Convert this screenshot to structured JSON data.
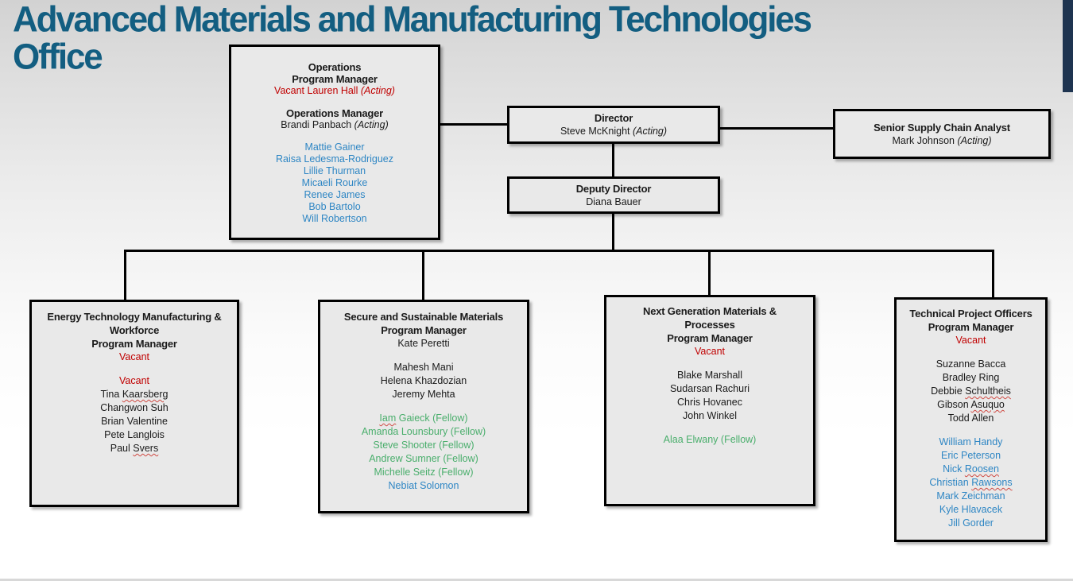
{
  "page": {
    "title_line1": "Advanced Materials and Manufacturing Technologies",
    "title_line2": "Office"
  },
  "colors": {
    "title": "#135e81",
    "navy": "#1e3450",
    "ink": "#1a1a1a",
    "box_fill": "#e9e9e9",
    "box_border": "#000000",
    "red": "#c00000",
    "blue": "#2e86c4",
    "green": "#4aae6c"
  },
  "boxes": {
    "operations": {
      "name": "Operations",
      "lines": [
        {
          "text": "Operations",
          "bold": true
        },
        {
          "text": "Program Manager",
          "bold": true
        },
        {
          "text": "Vacant Lauren Hall",
          "suffix": "(Acting)",
          "color": "red"
        },
        {
          "spacer": true
        },
        {
          "text": "Operations Manager",
          "bold": true
        },
        {
          "text": "Brandi Panbach",
          "suffix": "(Acting)"
        },
        {
          "spacer": true
        },
        {
          "text": "Mattie Gainer",
          "color": "blue"
        },
        {
          "text": "Raisa Ledesma-Rodriguez",
          "color": "blue"
        },
        {
          "text": "Lillie Thurman",
          "color": "blue"
        },
        {
          "text": "Micaeli Rourke",
          "color": "blue"
        },
        {
          "text": "Renee James",
          "color": "blue"
        },
        {
          "text": "Bob Bartolo",
          "color": "blue"
        },
        {
          "text": "Will Robertson",
          "color": "blue"
        }
      ]
    },
    "director": {
      "name": "Director",
      "lines": [
        {
          "text": "Director",
          "bold": true
        },
        {
          "text": "Steve McKnight",
          "suffix": "(Acting)"
        }
      ]
    },
    "deputy_director": {
      "name": "Deputy Director",
      "lines": [
        {
          "text": "Deputy Director",
          "bold": true
        },
        {
          "text": "Diana Bauer"
        }
      ]
    },
    "senior_supply_chain_analyst": {
      "name": "Senior Supply Chain Analyst",
      "lines": [
        {
          "text": "Senior Supply Chain Analyst",
          "bold": true
        },
        {
          "text": "Mark Johnson",
          "suffix": "(Acting)"
        }
      ]
    },
    "energy_technology": {
      "name": "Energy Technology Manufacturing & Workforce",
      "lines": [
        {
          "text": "Energy Technology Manufacturing &",
          "bold": true
        },
        {
          "text": "Workforce",
          "bold": true
        },
        {
          "text": "Program Manager",
          "bold": true
        },
        {
          "text": "Vacant",
          "color": "red"
        },
        {
          "spacer": true
        },
        {
          "text": "Vacant",
          "color": "red"
        },
        {
          "text": "Tina Kaarsberg",
          "wavy": "Kaarsberg"
        },
        {
          "text": "Changwon Suh"
        },
        {
          "text": "Brian Valentine"
        },
        {
          "text": "Pete Langlois"
        },
        {
          "text": "Paul Svers",
          "wavy": "Svers"
        }
      ]
    },
    "secure_sustainable_materials": {
      "name": "Secure and Sustainable Materials",
      "lines": [
        {
          "text": "Secure and Sustainable Materials",
          "bold": true
        },
        {
          "text": "Program Manager",
          "bold": true
        },
        {
          "text": "Kate Peretti"
        },
        {
          "spacer": true
        },
        {
          "text": "Mahesh Mani"
        },
        {
          "text": "Helena Khazdozian"
        },
        {
          "text": "Jeremy Mehta"
        },
        {
          "spacer": true
        },
        {
          "text": "Iam Gaieck (Fellow)",
          "color": "green",
          "wavy": "Iam"
        },
        {
          "text": "Amanda Lounsbury (Fellow)",
          "color": "green"
        },
        {
          "text": "Steve Shooter (Fellow)",
          "color": "green"
        },
        {
          "text": "Andrew Sumner (Fellow)",
          "color": "green"
        },
        {
          "text": "Michelle Seitz (Fellow)",
          "color": "green"
        },
        {
          "text": "Nebiat Solomon",
          "color": "blue"
        }
      ]
    },
    "next_generation_materials": {
      "name": "Next Generation Materials & Processes",
      "lines": [
        {
          "text": "Next Generation Materials &",
          "bold": true
        },
        {
          "text": "Processes",
          "bold": true
        },
        {
          "text": "Program Manager",
          "bold": true
        },
        {
          "text": "Vacant",
          "color": "red"
        },
        {
          "spacer": true
        },
        {
          "text": "Blake Marshall"
        },
        {
          "text": "Sudarsan Rachuri"
        },
        {
          "text": "Chris Hovanec"
        },
        {
          "text": "John Winkel"
        },
        {
          "spacer": true
        },
        {
          "text": "Alaa Elwany (Fellow)",
          "color": "green"
        }
      ]
    },
    "technical_project_officers": {
      "name": "Technical Project Officers",
      "lines": [
        {
          "text": "Technical Project Officers",
          "bold": true
        },
        {
          "text": "Program Manager",
          "bold": true
        },
        {
          "text": "Vacant",
          "color": "red"
        },
        {
          "spacer": true
        },
        {
          "text": "Suzanne Bacca"
        },
        {
          "text": "Bradley Ring"
        },
        {
          "text": "Debbie Schultheis",
          "wavy": "Schultheis"
        },
        {
          "text": "Gibson Asuquo",
          "wavy": "Asuquo"
        },
        {
          "text": "Todd Allen"
        },
        {
          "spacer": true
        },
        {
          "text": "William Handy",
          "color": "blue"
        },
        {
          "text": "Eric Peterson",
          "color": "blue"
        },
        {
          "text": "Nick Roosen",
          "color": "blue",
          "wavy": "Roosen"
        },
        {
          "text": "Christian Rawsons",
          "color": "blue",
          "wavy": "Rawsons"
        },
        {
          "text": "Mark Zeichman",
          "color": "blue"
        },
        {
          "text": "Kyle Hlavacek",
          "color": "blue"
        },
        {
          "text": "Jill Gorder",
          "color": "blue"
        }
      ]
    }
  }
}
